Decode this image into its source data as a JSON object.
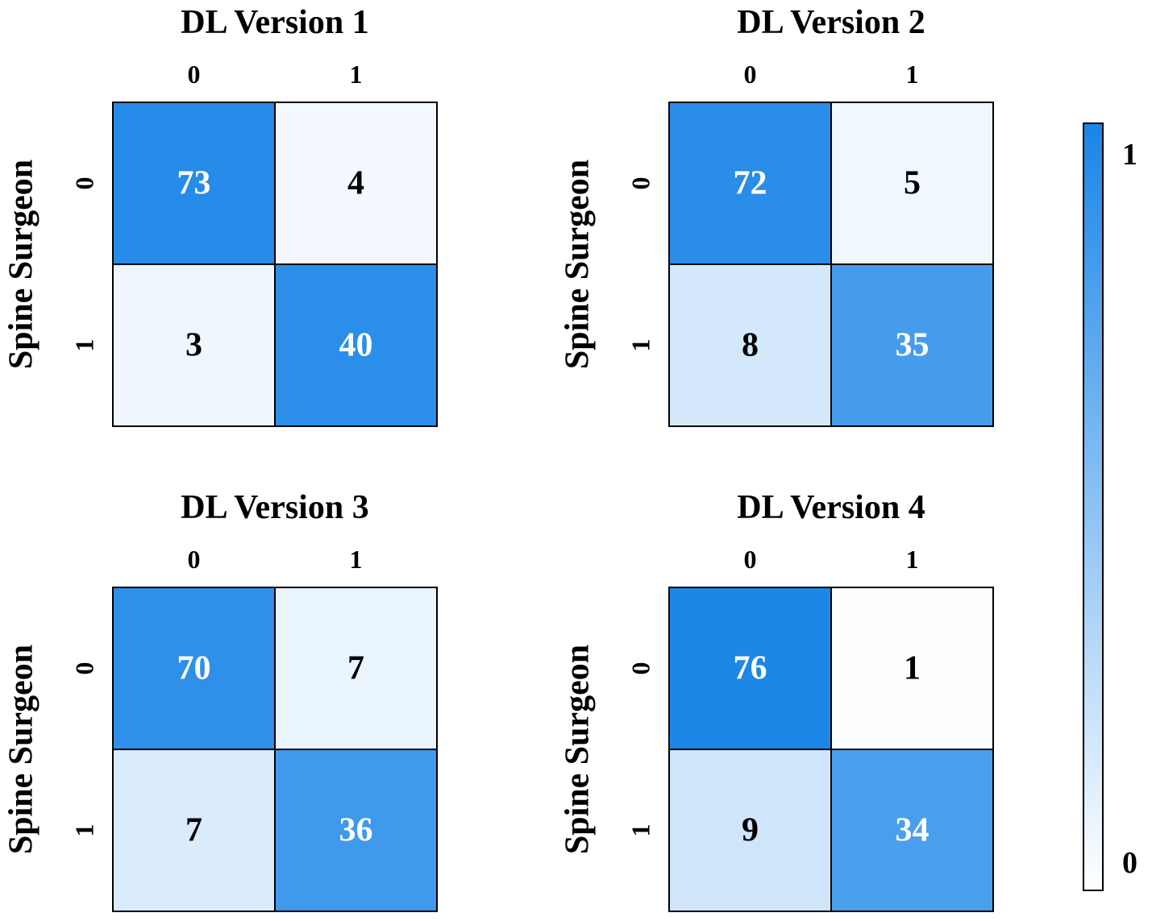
{
  "chart_data": [
    {
      "type": "heatmap",
      "title": "DL Version 1",
      "ylabel": "Spine Surgeon",
      "xlabel": "",
      "x_categories": [
        "0",
        "1"
      ],
      "y_categories": [
        "0",
        "1"
      ],
      "values": [
        [
          73,
          4
        ],
        [
          3,
          40
        ]
      ]
    },
    {
      "type": "heatmap",
      "title": "DL Version 2",
      "ylabel": "Spine Surgeon",
      "xlabel": "",
      "x_categories": [
        "0",
        "1"
      ],
      "y_categories": [
        "0",
        "1"
      ],
      "values": [
        [
          72,
          5
        ],
        [
          8,
          35
        ]
      ]
    },
    {
      "type": "heatmap",
      "title": "DL Version 3",
      "ylabel": "Spine Surgeon",
      "xlabel": "",
      "x_categories": [
        "0",
        "1"
      ],
      "y_categories": [
        "0",
        "1"
      ],
      "values": [
        [
          70,
          7
        ],
        [
          7,
          36
        ]
      ]
    },
    {
      "type": "heatmap",
      "title": "DL Version 4",
      "ylabel": "Spine Surgeon",
      "xlabel": "",
      "x_categories": [
        "0",
        "1"
      ],
      "y_categories": [
        "0",
        "1"
      ],
      "values": [
        [
          76,
          1
        ],
        [
          9,
          34
        ]
      ]
    }
  ],
  "colorbar": {
    "min_label": "0",
    "max_label": "1",
    "range": [
      0,
      1
    ],
    "low_color": "#ffffff",
    "high_color": "#1a85e8"
  },
  "colors": {
    "dark_text": "#000000",
    "light_text": "#ffffff",
    "cell_border": "#000000"
  }
}
